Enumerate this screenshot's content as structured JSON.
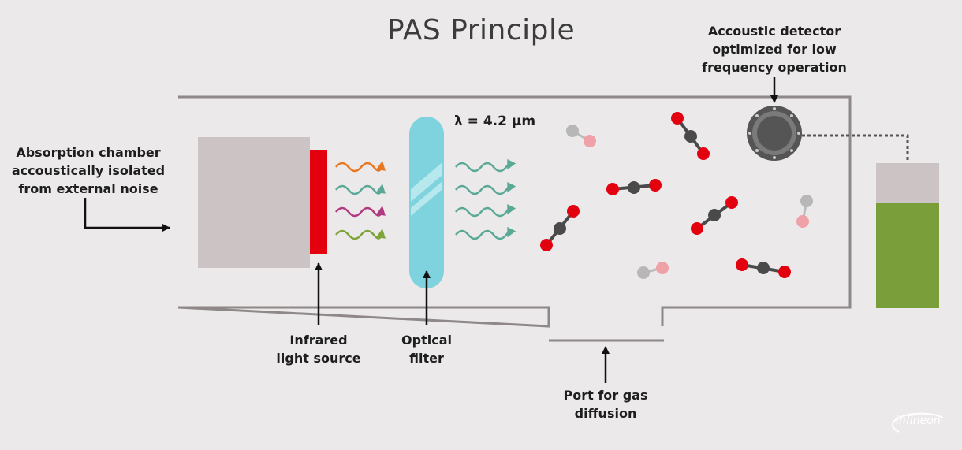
{
  "title": "PAS Principle",
  "labels": {
    "absorption_chamber": [
      "Absorption chamber",
      "accoustically isolated",
      "from external noise"
    ],
    "infrared_source": [
      "Infrared",
      "light source"
    ],
    "optical_filter": [
      "Optical",
      "filter"
    ],
    "gas_port": [
      "Port for gas",
      "diffusion"
    ],
    "acoustic_detector": [
      "Accoustic detector",
      "optimized for low",
      "frequency operation"
    ]
  },
  "wavelength": "λ = 4.2 µm",
  "logo_text": "infineon",
  "colors": {
    "background": "#ebe9e9",
    "chamber_outline": "#8f8888",
    "source_block": "#ccc3c4",
    "ir_emitter": "#e3000f",
    "filter": "#7fd3de",
    "wave_orange": "#e87722",
    "wave_teal": "#5aa896",
    "wave_magenta": "#b03a7f",
    "wave_green": "#7fa53a",
    "oxygen_atom": "#e3000f",
    "carbon_atom": "#4a4a4a",
    "light_atom": "#b7b7b7",
    "pink_atom": "#eea1a6",
    "detector": "#555555",
    "reservoir_top": "#ccc3c4",
    "reservoir_bottom": "#7a9e3a"
  }
}
